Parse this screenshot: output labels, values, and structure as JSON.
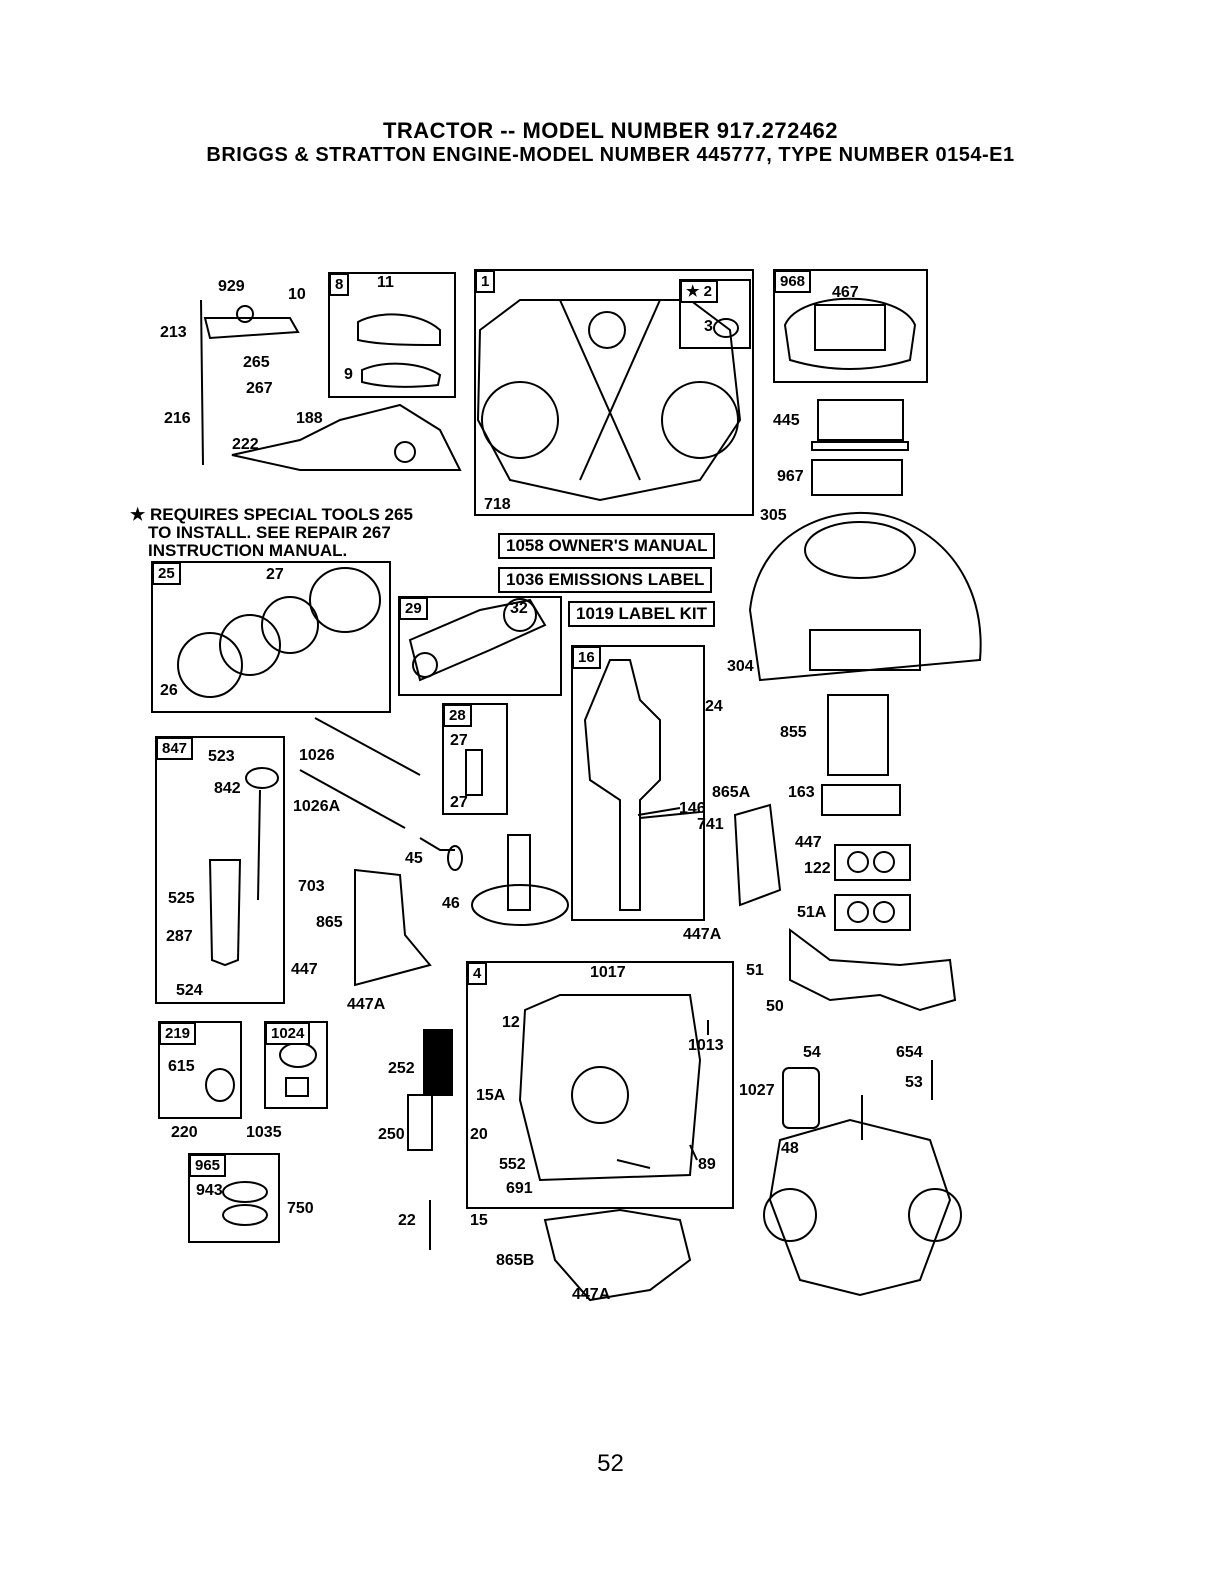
{
  "header": {
    "title": "TRACTOR -- MODEL NUMBER 917.272462",
    "subtitle": "BRIGGS & STRATTON ENGINE-MODEL NUMBER 445777, TYPE NUMBER 0154-E1"
  },
  "note": {
    "line1": "★ REQUIRES SPECIAL TOOLS 265",
    "line2": "TO INSTALL. SEE REPAIR  267",
    "line3": "INSTRUCTION MANUAL."
  },
  "banners": {
    "owners_manual": "1058 OWNER'S MANUAL",
    "emissions_label": "1036 EMISSIONS LABEL",
    "label_kit": "1019 LABEL KIT"
  },
  "box_tags": {
    "b8": "8",
    "b1": "1",
    "b2": "★ 2",
    "b968": "968",
    "b25": "25",
    "b29": "29",
    "b16": "16",
    "b28": "28",
    "b847": "847",
    "b4": "4",
    "b219": "219",
    "b1024": "1024",
    "b965": "965"
  },
  "labels": {
    "p929": "929",
    "p10": "10",
    "p11": "11",
    "p213": "213",
    "p265": "265",
    "p267": "267",
    "p9": "9",
    "p216": "216",
    "p188": "188",
    "p222": "222",
    "p3": "3",
    "p467": "467",
    "p445": "445",
    "p967": "967",
    "p305": "305",
    "p718": "718",
    "p27a": "27",
    "p26": "26",
    "p32": "32",
    "p304": "304",
    "p24": "24",
    "p855": "855",
    "p1026": "1026",
    "p1026a": "1026A",
    "p27b": "27",
    "p27c": "27",
    "p523": "523",
    "p842": "842",
    "p146": "146",
    "p741": "741",
    "p865a": "865A",
    "p163": "163",
    "p447a": "447",
    "p122": "122",
    "p45": "45",
    "p703": "703",
    "p525": "525",
    "p46": "46",
    "p865": "865",
    "p51a": "51A",
    "p287": "287",
    "p447A1": "447A",
    "p447b": "447",
    "p524": "524",
    "p447A2": "447A",
    "p1017": "1017",
    "p51": "51",
    "p50": "50",
    "p12": "12",
    "p1013": "1013",
    "p54": "54",
    "p654": "654",
    "p615": "615",
    "p252": "252",
    "p53": "53",
    "p1027": "1027",
    "p15a": "15A",
    "p220": "220",
    "p1035": "1035",
    "p250": "250",
    "p20": "20",
    "p48": "48",
    "p552": "552",
    "p89": "89",
    "p943": "943",
    "p691": "691",
    "p750": "750",
    "p22": "22",
    "p15": "15",
    "p865b": "865B",
    "p447A3": "447A"
  },
  "page_number": "52"
}
